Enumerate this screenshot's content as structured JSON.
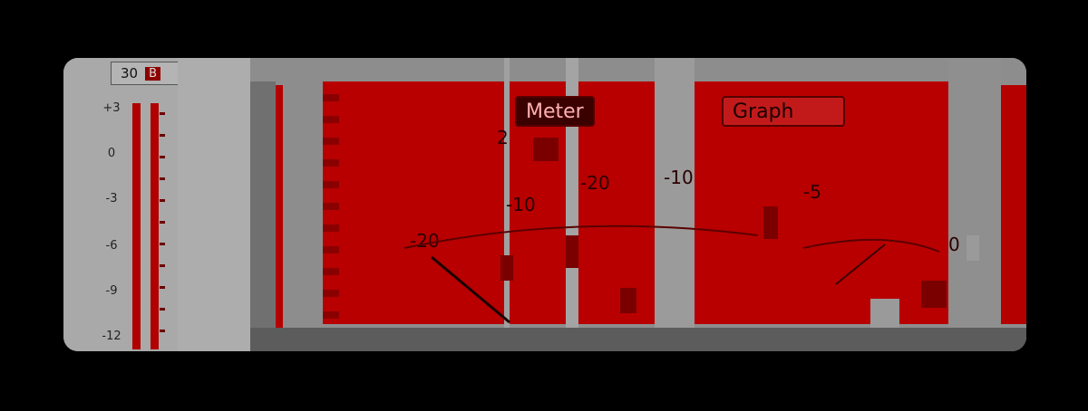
{
  "left_meter": {
    "readout_value": "30",
    "readout_unit": "B",
    "scale": [
      "+3",
      "0",
      "-3",
      "-6",
      "-9",
      "-12"
    ]
  },
  "tabs": {
    "meter_label": "Meter",
    "graph_label": "Graph"
  },
  "meter_scale": {
    "left": [
      "-20",
      "-10",
      "-20",
      "-10",
      "2"
    ],
    "right": [
      "-5",
      "0"
    ]
  },
  "colors": {
    "accent": "#b80000",
    "dark": "#3b0000",
    "panel": "#a9a9a9"
  }
}
